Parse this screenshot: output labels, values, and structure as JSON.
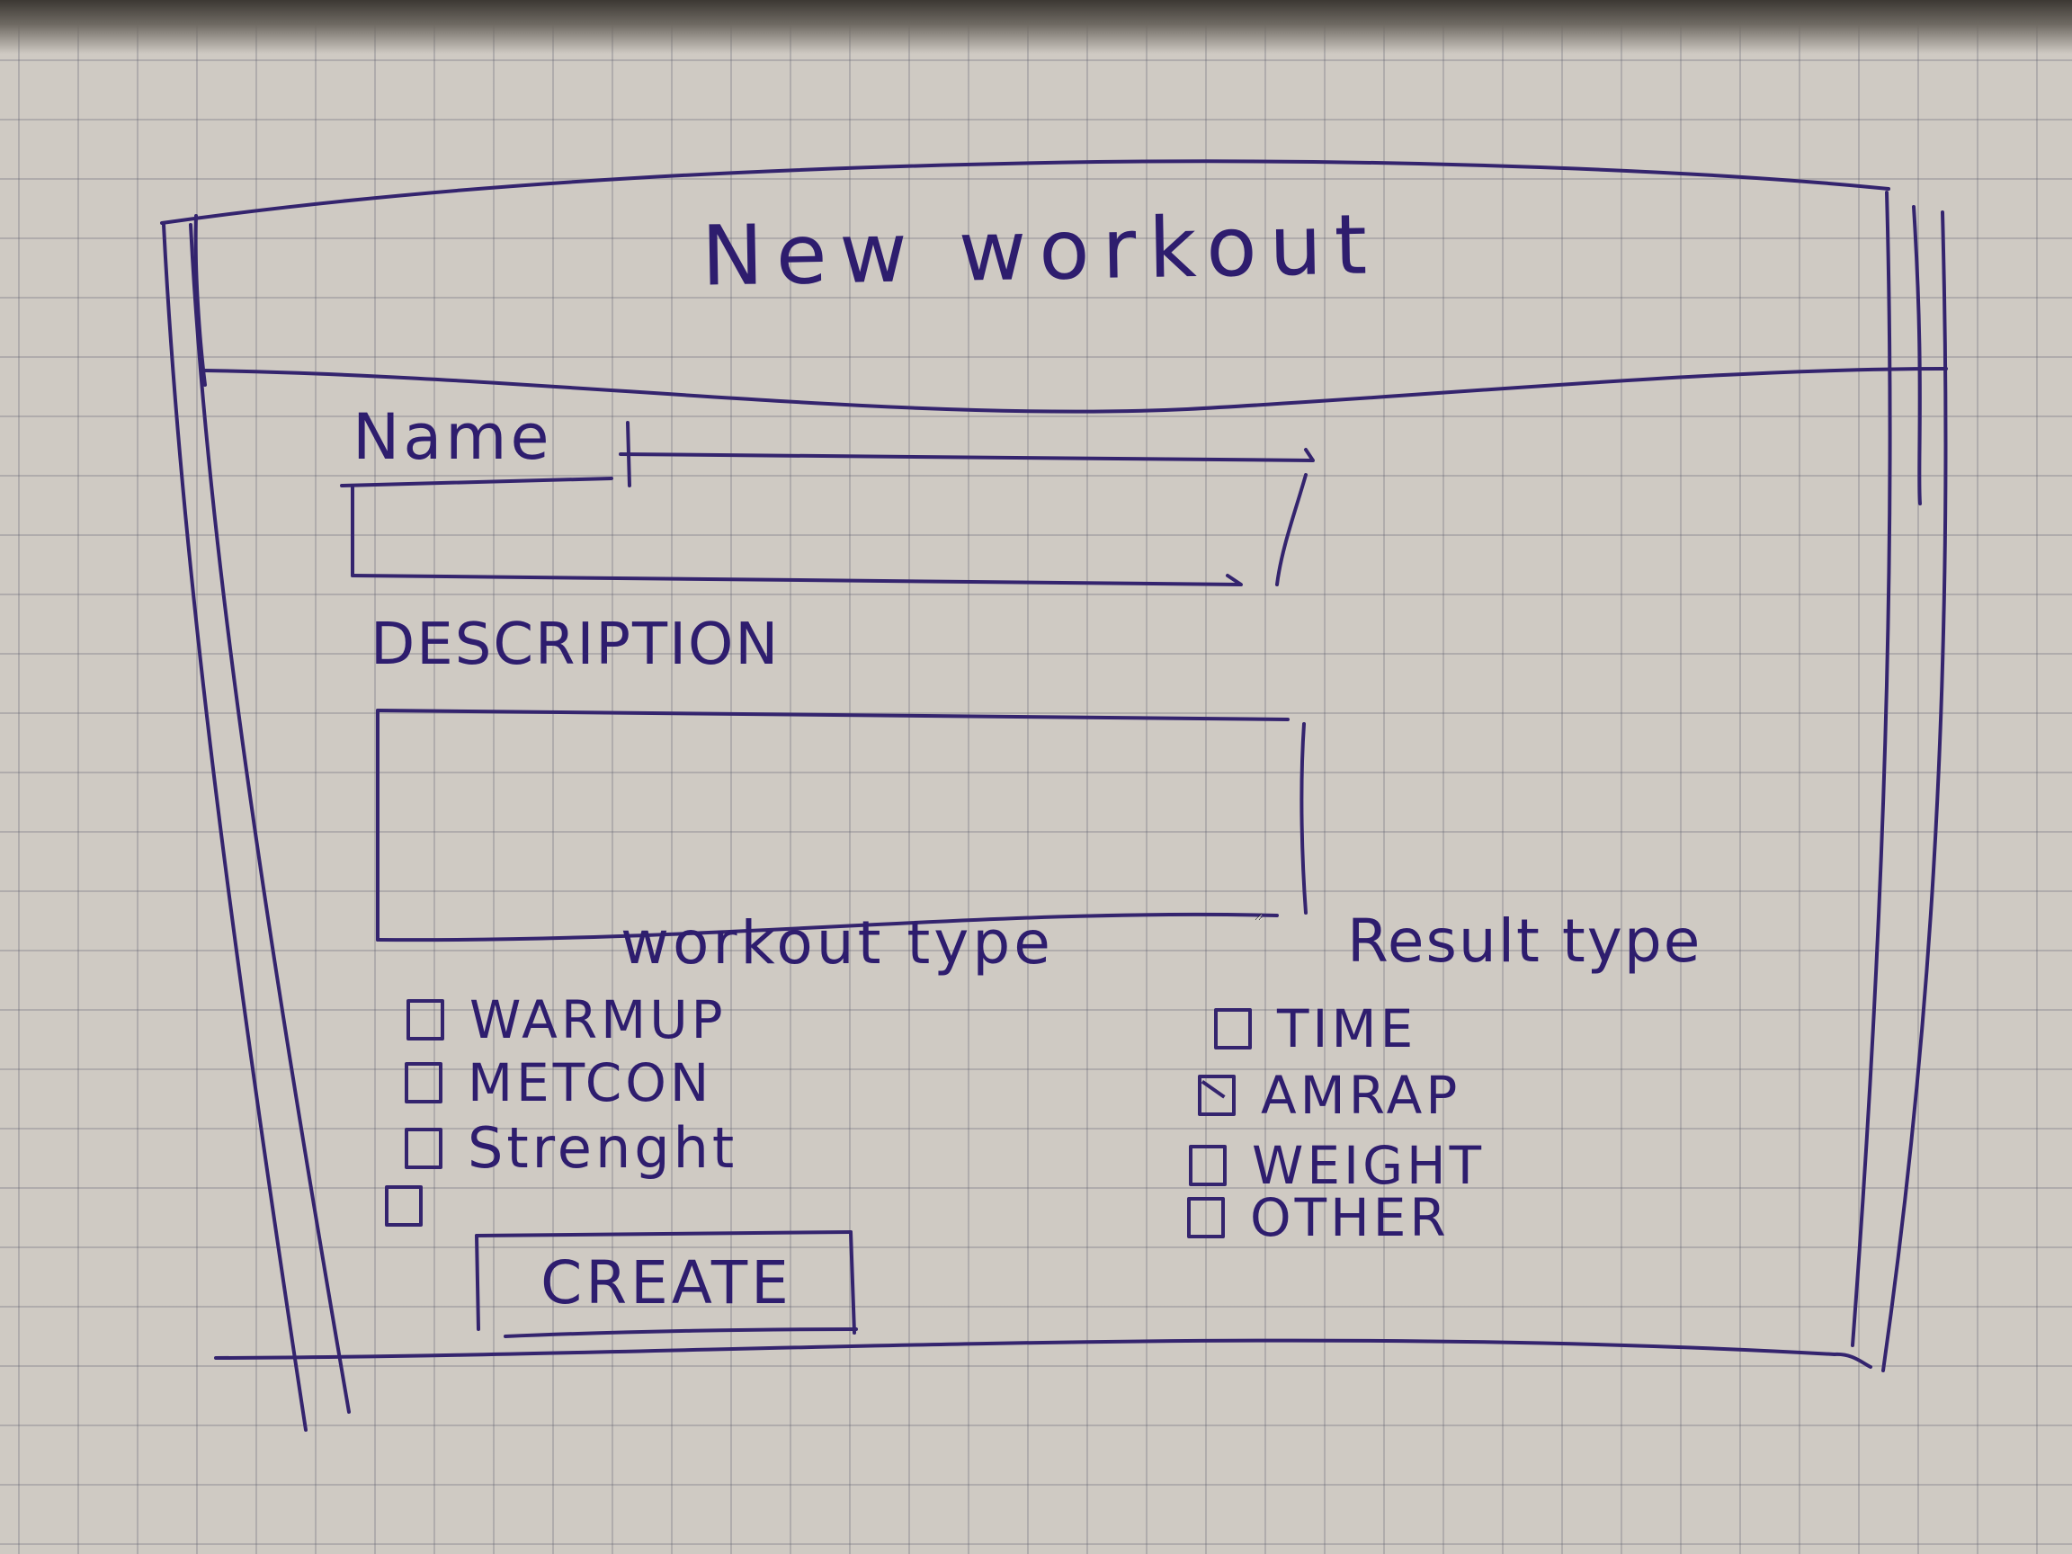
{
  "dialog": {
    "title": "New workout"
  },
  "form": {
    "name_label": "Name",
    "description_label": "DESCRIPTION",
    "workout_type": {
      "label": "workout type",
      "options": [
        {
          "label": "WARMUP",
          "checked": false
        },
        {
          "label": "METCON",
          "checked": false
        },
        {
          "label": "Strenght",
          "checked": false
        },
        {
          "label": "",
          "checked": false
        }
      ]
    },
    "result_type": {
      "label": "Result type",
      "options": [
        {
          "label": "TIME",
          "checked": false
        },
        {
          "label": "AMRAP",
          "checked": true
        },
        {
          "label": "WEIGHT",
          "checked": false
        },
        {
          "label": "OTHER",
          "checked": false
        }
      ]
    },
    "create_label": "CREATE"
  },
  "colors": {
    "ink": "#34246e",
    "paper": "#cfcac3",
    "grid": "#8a8794"
  }
}
